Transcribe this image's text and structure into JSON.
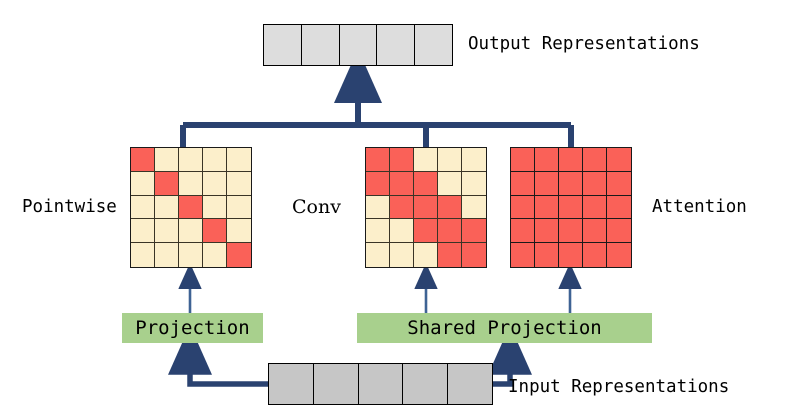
{
  "diagram": {
    "title_elements": {
      "output_label": "Output Representations",
      "input_label": "Input Representations"
    },
    "colors": {
      "active_cell": "#FA6158",
      "inactive_cell": "#FCEFCB",
      "output_token": "#DDDDDD",
      "input_token": "#C6C6C6",
      "projection_box": "#A8D08D",
      "connector": "#2A4270",
      "text": "#000000"
    },
    "output_representations": {
      "label": "Output Representations",
      "token_count": 5
    },
    "input_representations": {
      "label": "Input Representations",
      "token_count": 5
    },
    "projections": [
      {
        "name": "projection",
        "label": "Projection"
      },
      {
        "name": "shared-projection",
        "label": "Shared Projection"
      }
    ],
    "matrices": [
      {
        "name": "pointwise",
        "label": "Pointwise",
        "label_font": "mono",
        "rows": 5,
        "cols": 5,
        "pattern": [
          [
            1,
            0,
            0,
            0,
            0
          ],
          [
            0,
            1,
            0,
            0,
            0
          ],
          [
            0,
            0,
            1,
            0,
            0
          ],
          [
            0,
            0,
            0,
            1,
            0
          ],
          [
            0,
            0,
            0,
            0,
            1
          ]
        ]
      },
      {
        "name": "conv",
        "label": "Conv",
        "label_font": "serif",
        "rows": 5,
        "cols": 5,
        "pattern": [
          [
            1,
            1,
            0,
            0,
            0
          ],
          [
            1,
            1,
            1,
            0,
            0
          ],
          [
            0,
            1,
            1,
            1,
            0
          ],
          [
            0,
            0,
            1,
            1,
            1
          ],
          [
            0,
            0,
            0,
            1,
            1
          ]
        ]
      },
      {
        "name": "attention",
        "label": "Attention",
        "label_font": "mono",
        "rows": 5,
        "cols": 5,
        "pattern": [
          [
            1,
            1,
            1,
            1,
            1
          ],
          [
            1,
            1,
            1,
            1,
            1
          ],
          [
            1,
            1,
            1,
            1,
            1
          ],
          [
            1,
            1,
            1,
            1,
            1
          ],
          [
            1,
            1,
            1,
            1,
            1
          ]
        ]
      }
    ]
  }
}
